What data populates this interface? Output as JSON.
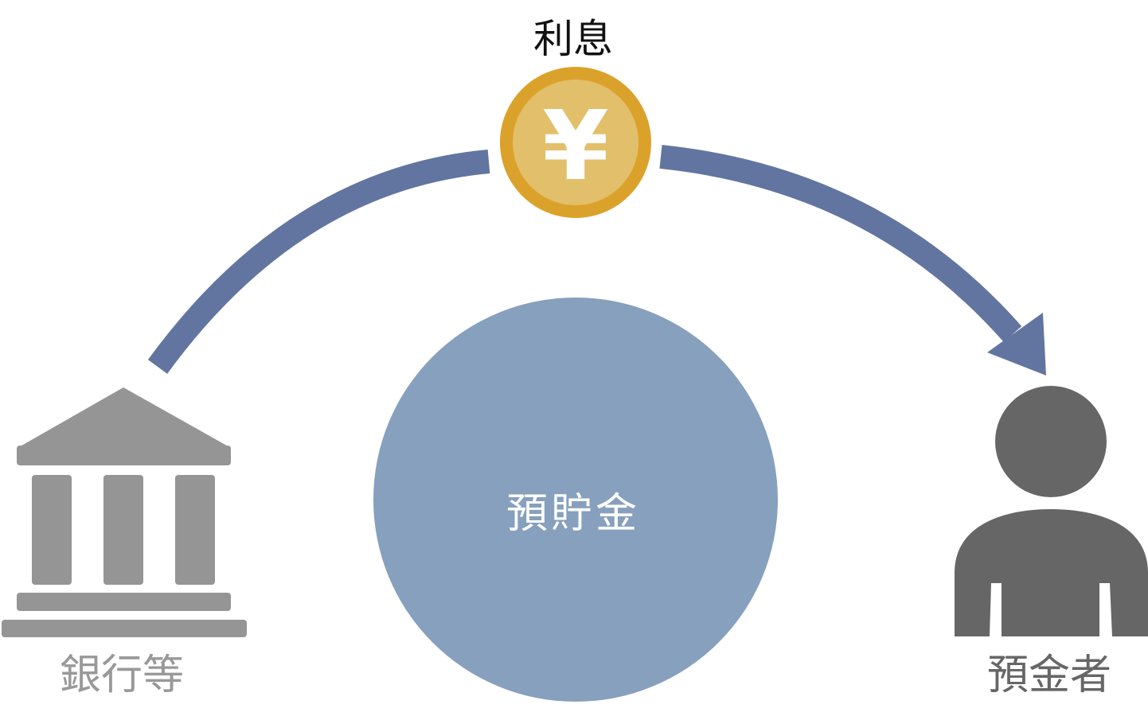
{
  "title": "利息",
  "coin": {
    "symbol": "¥",
    "outer_color": "#DBA22B",
    "inner_color": "#E2BF6A"
  },
  "savings": {
    "label": "預貯金",
    "color": "#86A0BD"
  },
  "bank": {
    "label": "銀行等",
    "color": "#959595"
  },
  "depositor": {
    "label": "預金者",
    "color": "#666666"
  },
  "arrow_color": "#6275A0"
}
